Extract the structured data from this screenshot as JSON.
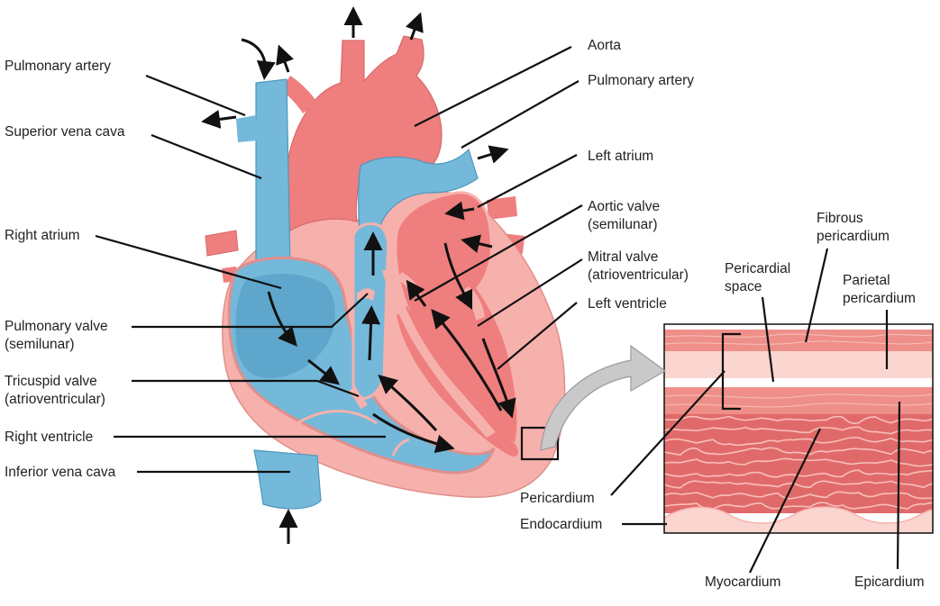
{
  "colors": {
    "blue": "#74b9da",
    "blue_dark": "#4e97bc",
    "blue_light": "#9fd0e6",
    "red": "#ef7e7e",
    "red_light": "#f6b1ad",
    "red_pale": "#f9cec9",
    "myocardium": "#e06a6a",
    "myocardium_line": "#f7c0b8",
    "line": "#111111"
  },
  "labels": {
    "left": {
      "pulmonary_artery": "Pulmonary artery",
      "superior_vena_cava": "Superior vena cava",
      "right_atrium": "Right atrium",
      "pulmonary_valve_1": "Pulmonary valve",
      "pulmonary_valve_2": "(semilunar)",
      "tricuspid_valve_1": "Tricuspid valve",
      "tricuspid_valve_2": "(atrioventricular)",
      "right_ventricle": "Right ventricle",
      "inferior_vena_cava": "Inferior vena cava"
    },
    "right": {
      "aorta": "Aorta",
      "pulmonary_artery": "Pulmonary artery",
      "left_atrium": "Left atrium",
      "aortic_valve_1": "Aortic valve",
      "aortic_valve_2": "(semilunar)",
      "mitral_valve_1": "Mitral valve",
      "mitral_valve_2": "(atrioventricular)",
      "left_ventricle": "Left ventricle"
    },
    "inset": {
      "fibrous_pericardium_1": "Fibrous",
      "fibrous_pericardium_2": "pericardium",
      "pericardial_space_1": "Pericardial",
      "pericardial_space_2": "space",
      "parietal_pericardium_1": "Parietal",
      "parietal_pericardium_2": "pericardium",
      "pericardium": "Pericardium",
      "endocardium": "Endocardium",
      "myocardium": "Myocardium",
      "epicardium": "Epicardium"
    }
  }
}
